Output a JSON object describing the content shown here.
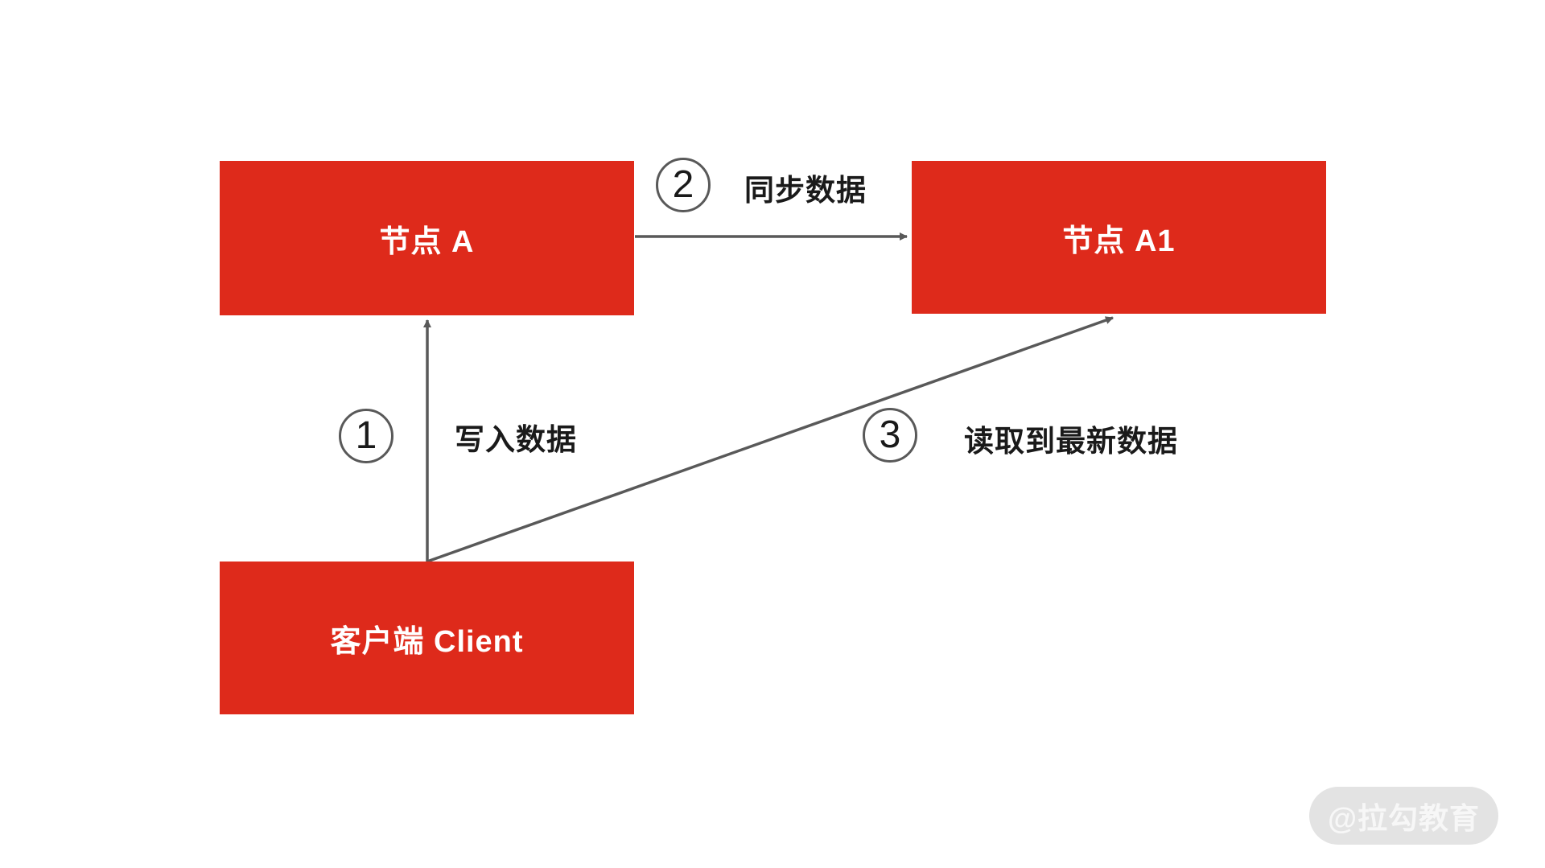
{
  "diagram": {
    "nodes": {
      "node_a": {
        "label": "节点 A"
      },
      "node_a1": {
        "label": "节点 A1"
      },
      "client": {
        "label": "客户端 Client"
      }
    },
    "steps": [
      {
        "number": "1",
        "label": "写入数据",
        "from": "client",
        "to": "node_a"
      },
      {
        "number": "2",
        "label": "同步数据",
        "from": "node_a",
        "to": "node_a1"
      },
      {
        "number": "3",
        "label": "读取到最新数据",
        "from": "client",
        "to": "node_a1"
      }
    ]
  },
  "watermark": {
    "text": "@拉勾教育"
  },
  "colors": {
    "page_bg": "#ffffff",
    "node_fill": "#de2a1b",
    "node_text": "#ffffff",
    "arrow": "#595959",
    "label_text": "#1a1a1a",
    "watermark_bg": "#e3e3e3",
    "watermark_text": "#f7f7f7"
  }
}
